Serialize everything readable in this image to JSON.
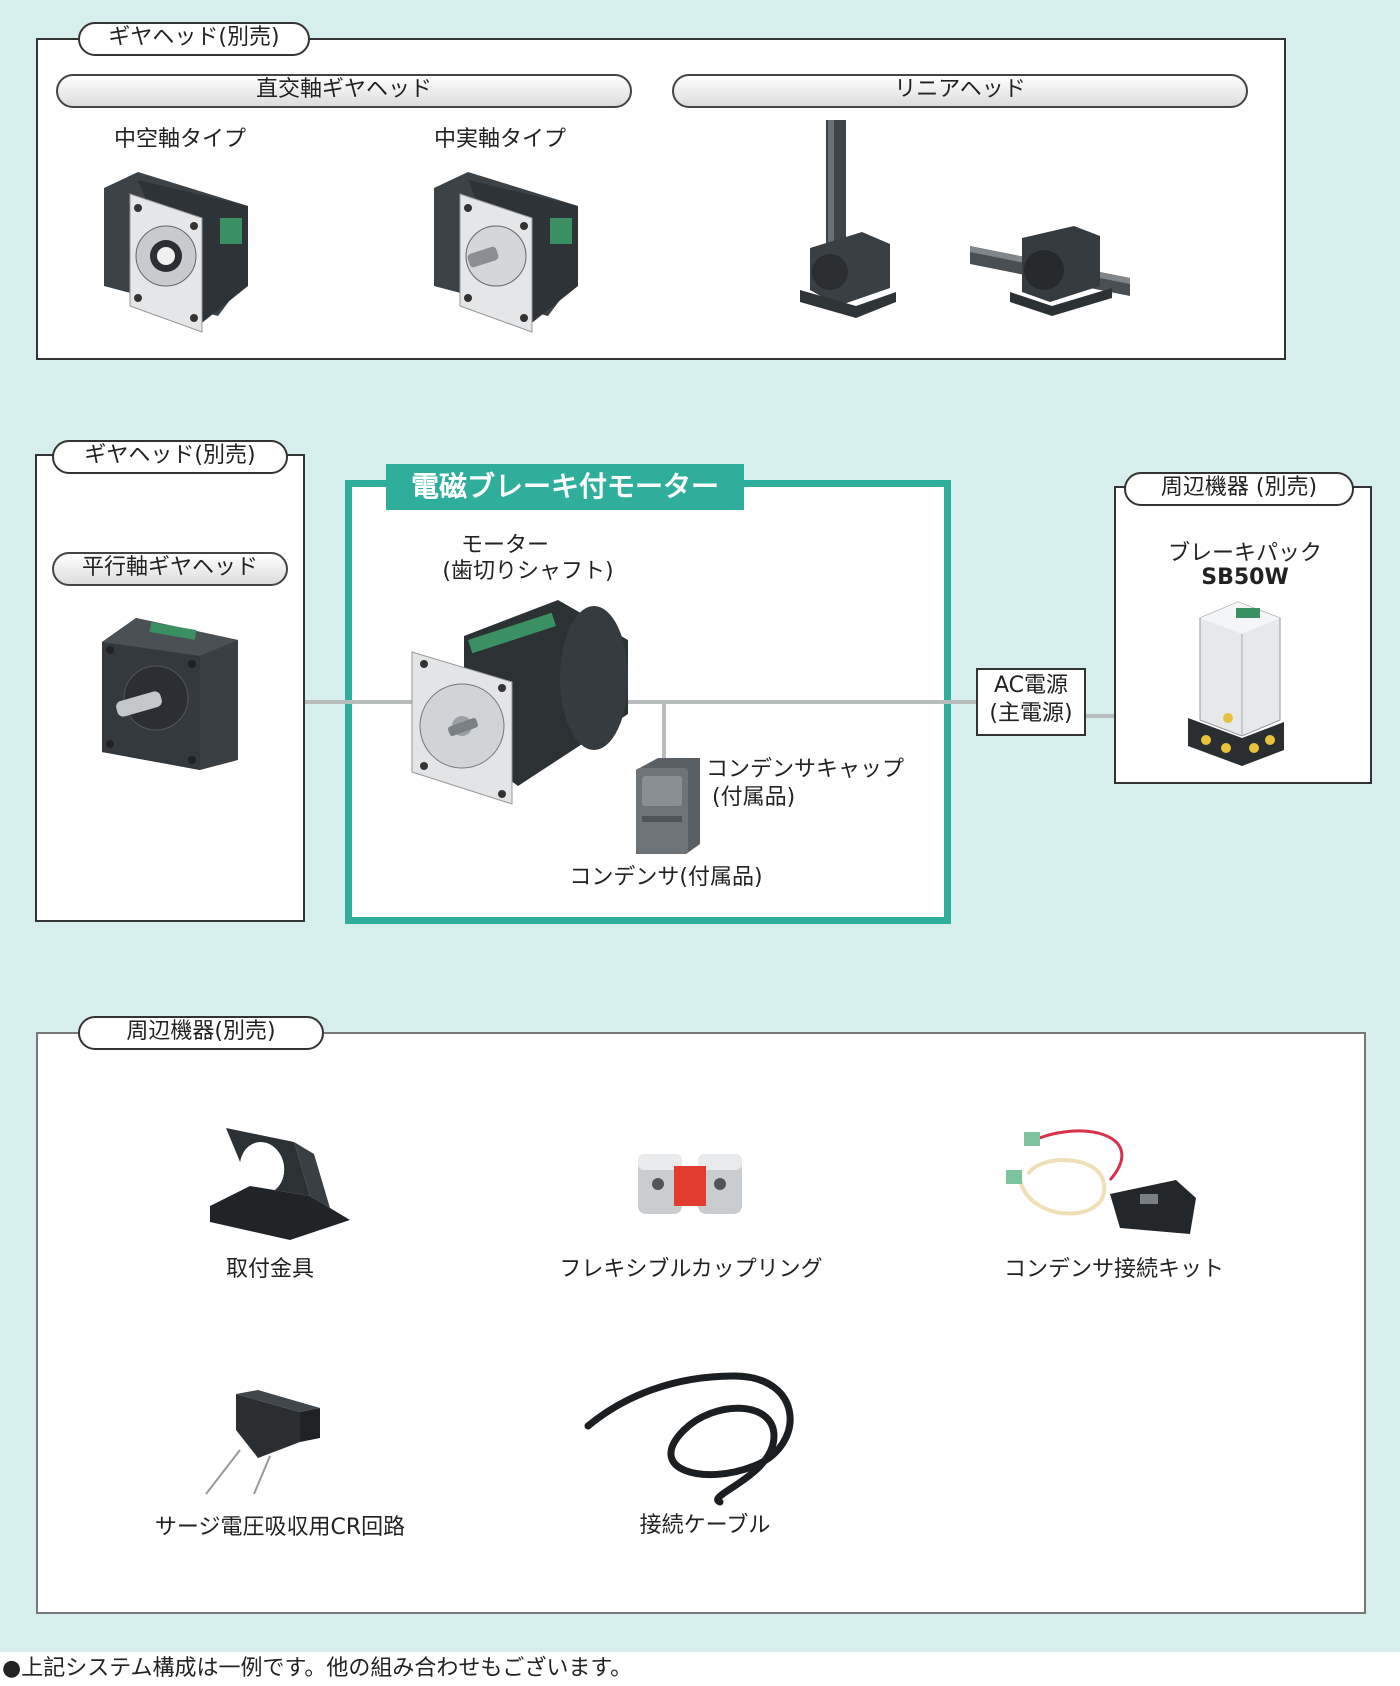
{
  "gearhead_top": {
    "title": "ギヤヘッド(別売)",
    "right_angle": {
      "header": "直交軸ギヤヘッド",
      "hollow": "中空軸タイプ",
      "solid": "中実軸タイプ"
    },
    "linear": {
      "header": "リニアヘッド"
    }
  },
  "gearhead_left": {
    "title": "ギヤヘッド(別売)",
    "parallel": "平行軸ギヤヘッド"
  },
  "motor": {
    "title": "電磁ブレーキ付モーター",
    "motor_label_1": "モーター",
    "motor_label_2": "(歯切りシャフト)",
    "cap_label_1": "コンデンサキャップ",
    "cap_label_2": "(付属品)",
    "capacitor_label": "コンデンサ(付属品)"
  },
  "power": {
    "line1": "AC電源",
    "line2": "(主電源)"
  },
  "peripheral_right": {
    "title": "周辺機器 (別売)",
    "name": "ブレーキパック",
    "model": "SB50W"
  },
  "peripheral_bottom": {
    "title": "周辺機器(別売)",
    "items": [
      "取付金具",
      "フレキシブルカップリング",
      "コンデンサ接続キット",
      "サージ電圧吸収用CR回路",
      "接続ケーブル"
    ]
  },
  "footnote": "●上記システム構成は一例です。他の組み合わせもございます。",
  "colors": {
    "background": "#d7efec",
    "accent": "#2fae9c"
  }
}
